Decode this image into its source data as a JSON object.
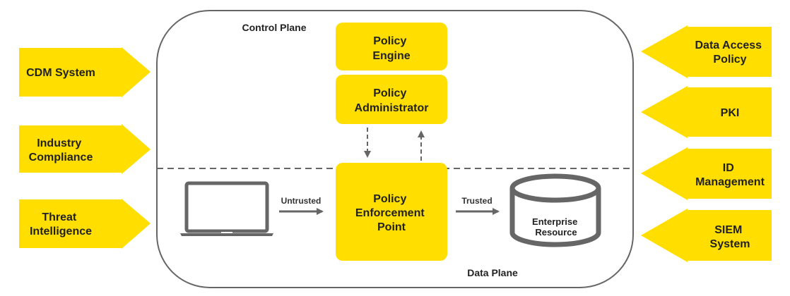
{
  "colors": {
    "accent": "#FFDE00",
    "stroke": "#666666",
    "text": "#222222"
  },
  "diagram": {
    "control_plane_label": "Control Plane",
    "data_plane_label": "Data Plane",
    "policy_engine": [
      "Policy",
      "Engine"
    ],
    "policy_administrator": [
      "Policy",
      "Administrator"
    ],
    "policy_enforcement_point": [
      "Policy",
      "Enforcement",
      "Point"
    ],
    "untrusted_label": "Untrusted",
    "trusted_label": "Trusted",
    "enterprise_resource": [
      "Enterprise",
      "Resource"
    ],
    "subject_device_icon": "laptop-icon",
    "resource_icon": "database-icon"
  },
  "left_inputs": [
    {
      "lines": [
        "CDM System"
      ]
    },
    {
      "lines": [
        "Industry",
        "Compliance"
      ]
    },
    {
      "lines": [
        "Threat",
        "Intelligence"
      ]
    }
  ],
  "right_inputs": [
    {
      "lines": [
        "Data Access",
        "Policy"
      ]
    },
    {
      "lines": [
        "PKI"
      ]
    },
    {
      "lines": [
        "ID",
        "Management"
      ]
    },
    {
      "lines": [
        "SIEM",
        "System"
      ]
    }
  ]
}
